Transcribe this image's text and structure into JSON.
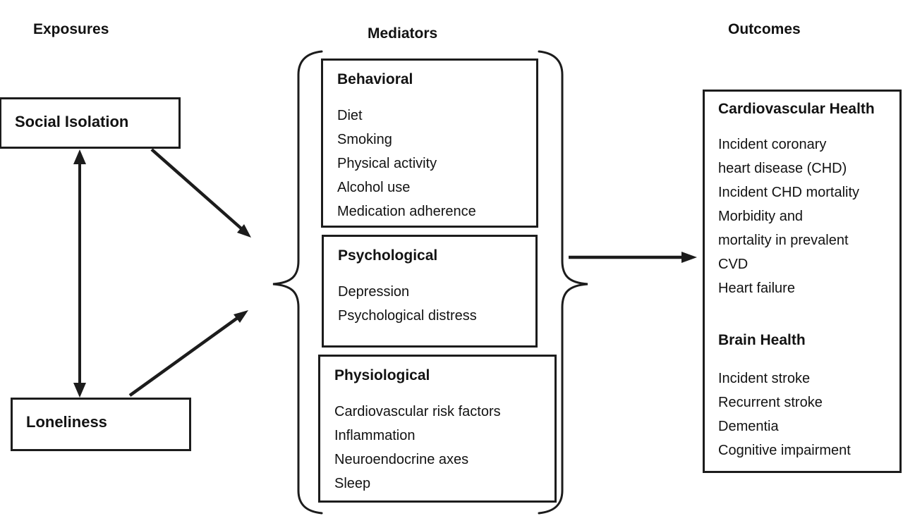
{
  "headers": {
    "exposures": "Exposures",
    "mediators": "Mediators",
    "outcomes": "Outcomes"
  },
  "exposures": {
    "social_isolation": "Social Isolation",
    "loneliness": "Loneliness"
  },
  "mediators": {
    "behavioral": {
      "title": "Behavioral",
      "items": [
        "Diet",
        "Smoking",
        "Physical activity",
        "Alcohol use",
        "Medication adherence"
      ]
    },
    "psychological": {
      "title": "Psychological",
      "items": [
        "Depression",
        "Psychological distress"
      ]
    },
    "physiological": {
      "title": "Physiological",
      "items": [
        "Cardiovascular risk factors",
        "Inflammation",
        "Neuroendocrine axes",
        "Sleep"
      ]
    }
  },
  "outcomes": {
    "cardiovascular": {
      "title": "Cardiovascular Health",
      "lines": [
        "Incident coronary",
        "heart disease (CHD)",
        "Incident CHD mortality",
        "Morbidity and",
        "mortality in prevalent",
        "CVD",
        "Heart failure"
      ]
    },
    "brain": {
      "title": "Brain Health",
      "lines": [
        "Incident stroke",
        "Recurrent stroke",
        "Dementia",
        "Cognitive impairment"
      ]
    }
  },
  "colors": {
    "line": "#1c1c1c",
    "text": "#121212",
    "background": "#ffffff"
  }
}
